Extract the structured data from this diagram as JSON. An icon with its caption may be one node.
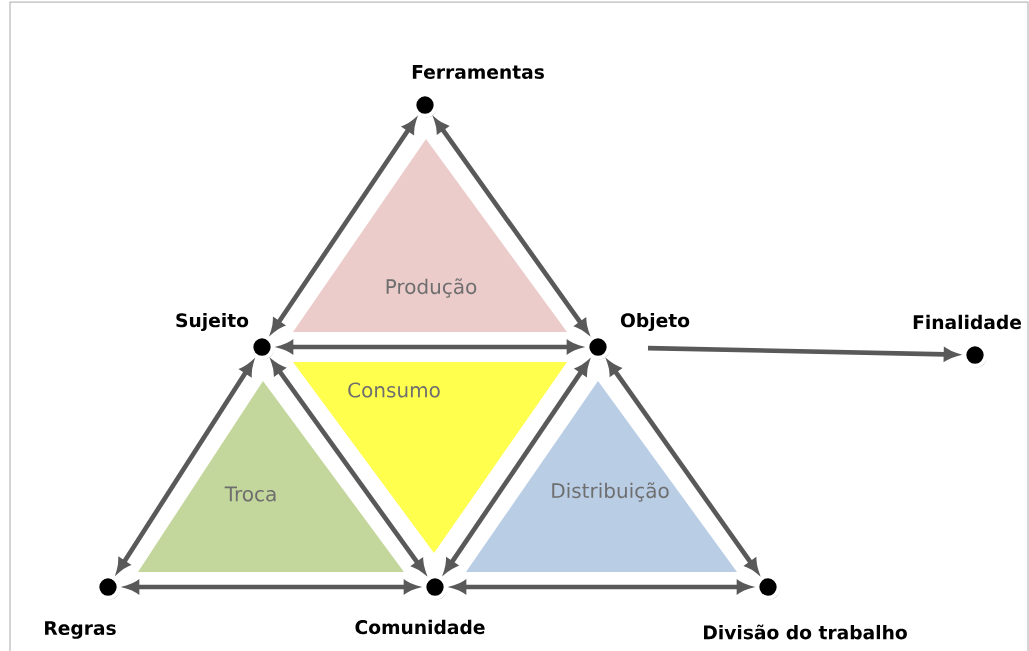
{
  "diagram": {
    "nodes": [
      {
        "text": [],
        "shape": "circle",
        "beside": [
          "Ferramentas"
        ]
      },
      {
        "text": [
          "Produção"
        ]
      },
      {
        "text": [],
        "shape": "circle",
        "beside": [
          "Sujeito"
        ]
      },
      {
        "text": [],
        "shape": "circle",
        "beside": [
          "Objeto"
        ]
      },
      {
        "text": [],
        "shape": "circle",
        "beside": [
          "Finalidade"
        ]
      },
      {
        "text": [
          "Consumo"
        ]
      },
      {
        "text": [
          "Troca"
        ]
      },
      {
        "text": [
          "Distribuição"
        ]
      },
      {
        "text": [],
        "shape": "circle",
        "beside": [
          "Regras"
        ]
      },
      {
        "text": [],
        "shape": "circle",
        "beside": [
          "Comunidade"
        ]
      },
      {
        "text": [],
        "shape": "circle",
        "beside": [
          "Divisão do trabalho"
        ]
      }
    ],
    "edges": [
      {
        "from": 0,
        "to": 2,
        "arrow": "both"
      },
      {
        "from": 0,
        "to": 3,
        "arrow": "both"
      },
      {
        "from": 2,
        "to": 3,
        "arrow": "both"
      },
      {
        "from": 3,
        "to": 4,
        "arrow": "to"
      },
      {
        "from": 2,
        "to": 8,
        "arrow": "both"
      },
      {
        "from": 2,
        "to": 9,
        "arrow": "both"
      },
      {
        "from": 3,
        "to": 9,
        "arrow": "both"
      },
      {
        "from": 3,
        "to": 10,
        "arrow": "both"
      },
      {
        "from": 8,
        "to": 9,
        "arrow": "both"
      },
      {
        "from": 9,
        "to": 10,
        "arrow": "both"
      }
    ]
  }
}
